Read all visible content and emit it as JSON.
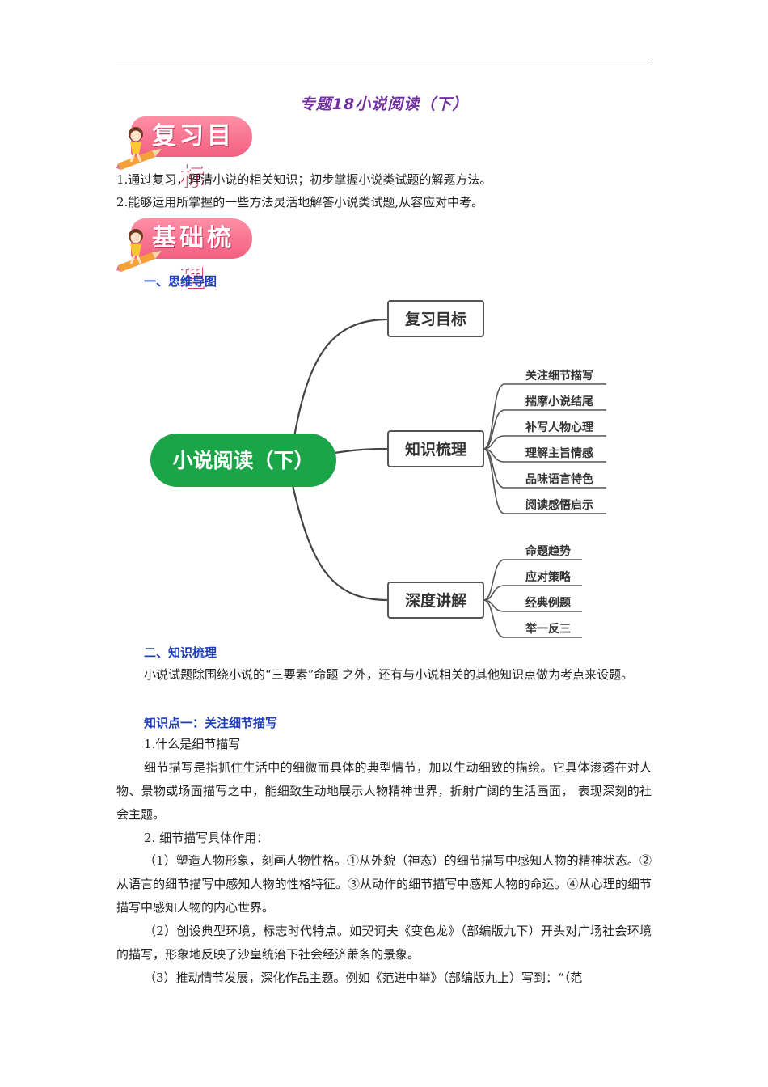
{
  "title": "专题18小说阅读（下）",
  "banners": {
    "review_goals": "复习目标",
    "basic_review": "基础梳理"
  },
  "goals": [
    "1.通过复习，理清小说的相关知识；初步掌握小说类试题的解题方法。",
    "2.能够运用所掌握的一些方法灵活地解答小说类试题,从容应对中考。"
  ],
  "section1_heading": "一、思维导图",
  "mindmap": {
    "center": "小说阅读（下）",
    "branches": [
      {
        "label": "复习目标",
        "children": []
      },
      {
        "label": "知识梳理",
        "children": [
          "关注细节描写",
          "揣摩小说结尾",
          "补写人物心理",
          "理解主旨情感",
          "品味语言特色",
          "阅读感悟启示"
        ]
      },
      {
        "label": "深度讲解",
        "children": [
          "命题趋势",
          "应对策略",
          "经典例题",
          "举一反三"
        ]
      }
    ],
    "colors": {
      "center": "#1aa548",
      "line": "#444444"
    }
  },
  "section2_heading": "二、知识梳理",
  "intro": "小说试题除围绕小说的“三要素”命题 之外，还有与小说相关的其他知识点做为考点来设题。",
  "kp1_heading": "知识点一：关注细节描写",
  "kp1_q1": "1.什么是细节描写",
  "kp1_def": "细节描写是指抓住生活中的细微而具体的典型情节，加以生动细致的描绘。它具体渗透在对人物、景物或场面描写之中，能细致生动地展示人物精神世界，折射广阔的生活画面， 表现深刻的社会主题。",
  "kp1_q2": "2. 细节描写具体作用：",
  "kp1_p1": "（1）塑造人物形象，刻画人物性格。①从外貌（神态）的细节描写中感知人物的精神状态。②从语言的细节描写中感知人物的性格特征。③从动作的细节描写中感知人物的命运。④从心理的细节描写中感知人物的内心世界。",
  "kp1_p2": "（2）创设典型环境，标志时代特点。如契诃夫《变色龙》（部编版九下）开头对广场社会环境的描写，形象地反映了沙皇统治下社会经济萧条的景象。",
  "kp1_p3": "（3）推动情节发展，深化作品主题。例如《范进中举》（部编版九上）写到：“（范"
}
